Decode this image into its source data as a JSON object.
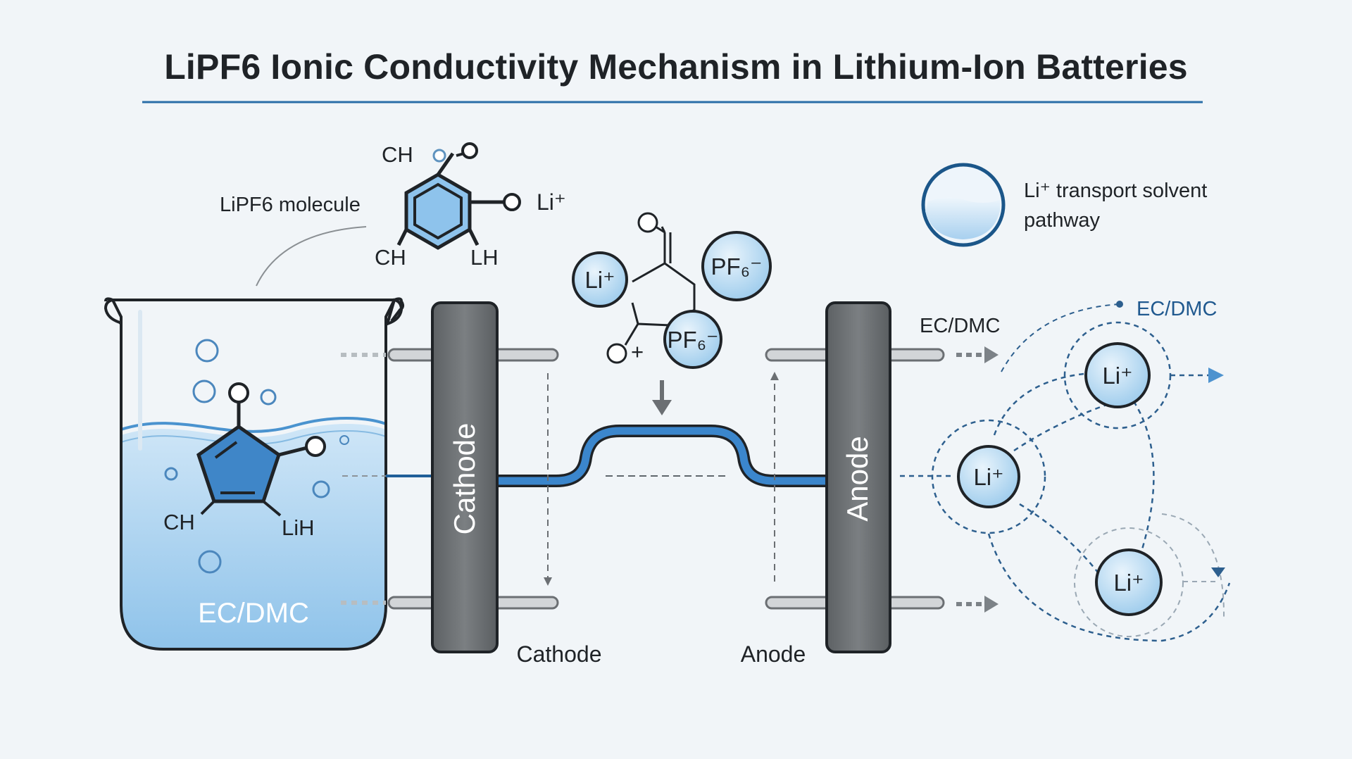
{
  "title": "LiPF6 Ionic Conductivity Mechanism in Lithium-Ion Batteries",
  "labels": {
    "molecule": "LiPF6 molecule",
    "pathway_line1": "Li⁺ transport solvent",
    "pathway_line2": "pathway",
    "ecdmc_right": "EC/DMC",
    "ecdmc_blue": "EC/DMC",
    "beaker_solvent": "EC/DMC",
    "cathode_vertical": "Cathode",
    "anode_vertical": "Anode",
    "cathode_bottom": "Cathode",
    "anode_bottom": "Anode"
  },
  "top_molecule": {
    "ch_top": "CH",
    "ch_bottom": "CH",
    "lh": "LH",
    "li_plus": "Li⁺"
  },
  "beaker_molecule": {
    "ch": "CH",
    "lih": "LiH"
  },
  "center_complex": {
    "li_ion": "Li⁺",
    "pf6_top": "PF₆⁻",
    "pf6_bottom": "PF₆⁻",
    "plus": "+"
  },
  "li_network": [
    "Li⁺",
    "Li⁺",
    "Li⁺"
  ],
  "colors": {
    "accent_blue": "#2e7bc4",
    "dark_blue": "#1b5689",
    "electrode_gray": "#6e7275",
    "liquid_blue": "#a9d2ef",
    "background": "#f1f5f8"
  }
}
